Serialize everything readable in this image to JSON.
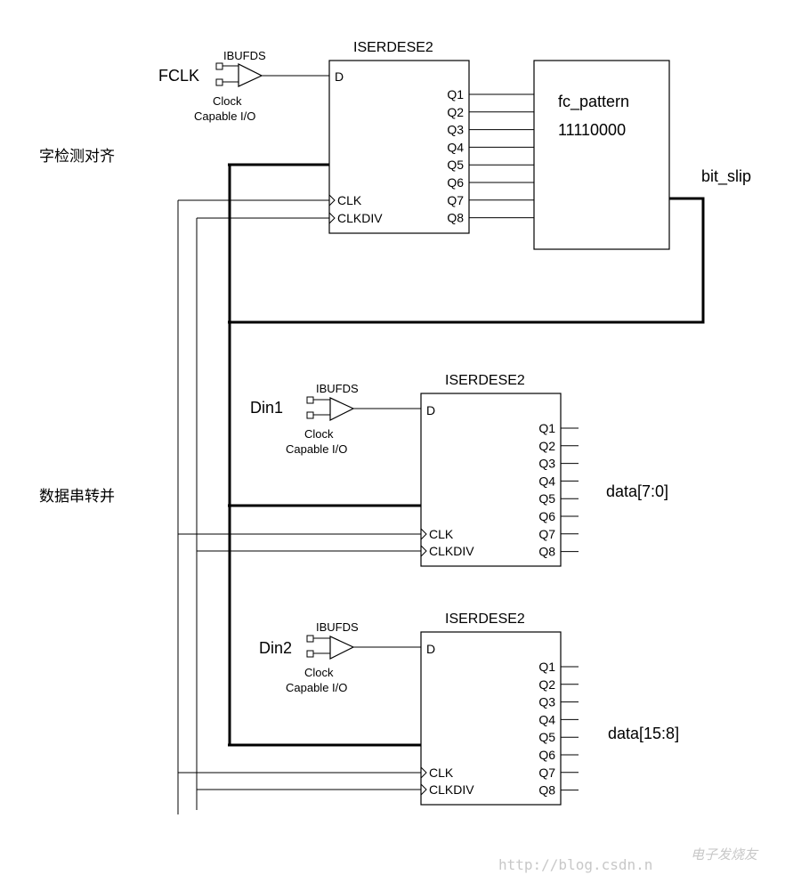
{
  "labels": {
    "section_word_align": "字检测对齐",
    "section_deserialize": "数据串转并",
    "bit_slip": "bit_slip",
    "watermark_url": "http://blog.csdn.n",
    "watermark_brand": "电子发烧友"
  },
  "blocks": [
    {
      "input_name": "FCLK",
      "buffer_name": "IBUFDS",
      "buffer_note_1": "Clock",
      "buffer_note_2": "Capable I/O",
      "serdes_title": "ISERDESE2",
      "pin_d": "D",
      "pin_clk": "CLK",
      "pin_clkdiv": "CLKDIV",
      "outputs": [
        "Q1",
        "Q2",
        "Q3",
        "Q4",
        "Q5",
        "Q6",
        "Q7",
        "Q8"
      ]
    },
    {
      "input_name": "Din1",
      "buffer_name": "IBUFDS",
      "buffer_note_1": "Clock",
      "buffer_note_2": "Capable I/O",
      "serdes_title": "ISERDESE2",
      "pin_d": "D",
      "pin_clk": "CLK",
      "pin_clkdiv": "CLKDIV",
      "outputs": [
        "Q1",
        "Q2",
        "Q3",
        "Q4",
        "Q5",
        "Q6",
        "Q7",
        "Q8"
      ],
      "bus_label": "data[7:0]"
    },
    {
      "input_name": "Din2",
      "buffer_name": "IBUFDS",
      "buffer_note_1": "Clock",
      "buffer_note_2": "Capable I/O",
      "serdes_title": "ISERDESE2",
      "pin_d": "D",
      "pin_clk": "CLK",
      "pin_clkdiv": "CLKDIV",
      "outputs": [
        "Q1",
        "Q2",
        "Q3",
        "Q4",
        "Q5",
        "Q6",
        "Q7",
        "Q8"
      ],
      "bus_label": "data[15:8]"
    }
  ],
  "pattern_block": {
    "name": "fc_pattern",
    "value": "11110000"
  }
}
